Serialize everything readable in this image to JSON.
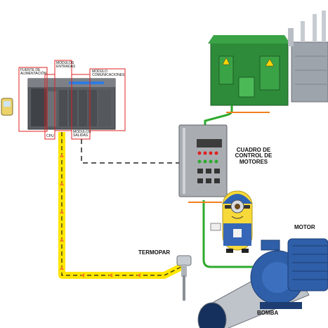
{
  "labels": {
    "fuente": "FUENTE DE ALIMENTACIÓN",
    "entradas": "MODULOS ENTRADAS",
    "comunicaciones": "MODULO COMUNICACIONES",
    "cpu": "CPU",
    "salidas": "MODULOS SALIDAS",
    "cuadro": "CUADRO DE CONTROL DE MOTORES",
    "termopar": "TERMOPAR",
    "motor": "MOTOR",
    "bomba": "BOMBA"
  },
  "colors": {
    "yellow_cable": "#ffe600",
    "green_cable": "#2eaa2e",
    "orange_marker": "#f07f1e",
    "label_box": "#e02020",
    "motor_blue": "#2f5fa8",
    "substation_green": "#2e8b3a"
  }
}
